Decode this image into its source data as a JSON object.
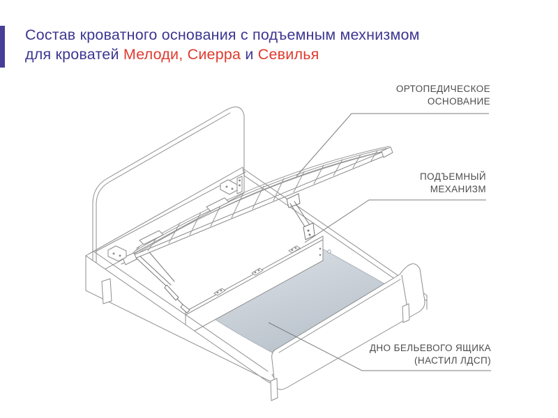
{
  "header": {
    "line1": "Состав кроватного основания с подъемным мехнизмом",
    "line2_parts": [
      "для кроватей ",
      "Мелоди, Сиерра",
      " и ",
      "Севилья"
    ]
  },
  "labels": {
    "orthopedic_base": {
      "line1": "ОРТОПЕДИЧЕСКОЕ",
      "line2": "ОСНОВАНИЕ"
    },
    "lift_mechanism": {
      "line1": "ПОДЪЕМНЫЙ",
      "line2": "МЕХАНИЗМ"
    },
    "drawer_bottom": {
      "line1": "ДНО БЕЛЬЕВОГО ЯЩИКА",
      "line2": "(НАСТИЛ ЛДСП)"
    }
  },
  "colors": {
    "title_purple": "#3d3691",
    "title_red": "#df3a2e",
    "accent_bar": "#473e96",
    "label_text": "#4c4c4c",
    "line_art": "#8e8e8e",
    "leader_line": "#7d7d7d",
    "panel_fill_light": "#dde2e7",
    "panel_fill_dark": "#b5bec8"
  }
}
